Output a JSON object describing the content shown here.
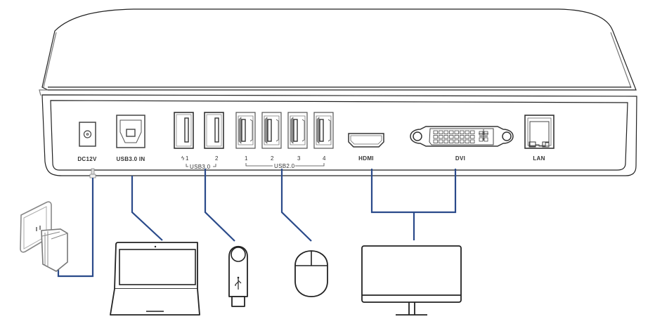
{
  "diagram": {
    "title": "Docking station rear-panel connection diagram",
    "ports": [
      {
        "id": "dc",
        "label": "DC12V",
        "icon": "dc-jack-icon"
      },
      {
        "id": "usb3in",
        "label": "USB3.0 IN",
        "icon": "usb-b-port-icon"
      },
      {
        "id": "usb3-1",
        "label": "1",
        "prefix": "ϟ",
        "icon": "usb-a-port-icon"
      },
      {
        "id": "usb3-2",
        "label": "2",
        "icon": "usb-a-port-icon"
      },
      {
        "id": "usb2-1",
        "label": "1",
        "icon": "usb-a-port-icon"
      },
      {
        "id": "usb2-2",
        "label": "2",
        "icon": "usb-a-port-icon"
      },
      {
        "id": "usb2-3",
        "label": "3",
        "icon": "usb-a-port-icon"
      },
      {
        "id": "usb2-4",
        "label": "4",
        "icon": "usb-a-port-icon"
      },
      {
        "id": "hdmi",
        "label": "HDMI",
        "icon": "hdmi-port-icon"
      },
      {
        "id": "dvi",
        "label": "DVI",
        "icon": "dvi-port-icon"
      },
      {
        "id": "lan",
        "label": "LAN",
        "icon": "rj45-port-icon"
      }
    ],
    "groups": {
      "usb3": "USB3.0",
      "usb2": "USB2.0"
    },
    "charge_symbol": "ϟ",
    "devices": [
      {
        "id": "power-adapter",
        "connects_to": "DC12V"
      },
      {
        "id": "laptop",
        "connects_to": "USB3.0 IN"
      },
      {
        "id": "usb-flash-drive",
        "connects_to": "USB3.0 port 2"
      },
      {
        "id": "mouse",
        "connects_to": "USB2.0 port 2"
      },
      {
        "id": "monitor",
        "connects_to": "HDMI / DVI"
      }
    ],
    "colors": {
      "cable": "#2a4a8a",
      "outline": "#222222",
      "background": "#ffffff"
    }
  }
}
